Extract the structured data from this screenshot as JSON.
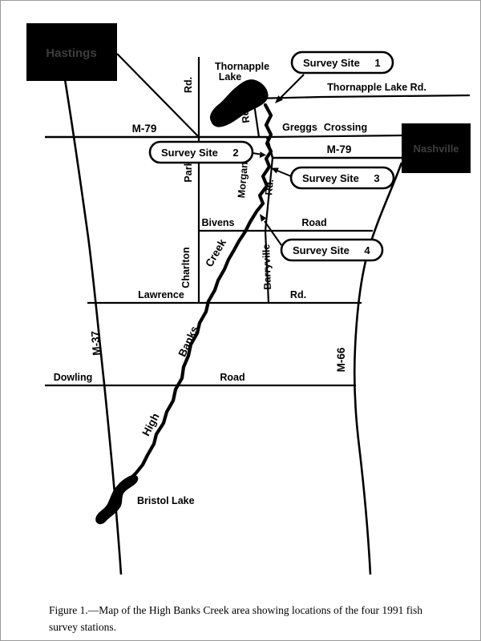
{
  "figure": {
    "caption": {
      "line1": "Figure 1.—Map of the High Banks Creek area showing locations of the four 1991 fish",
      "line2": "survey stations."
    }
  },
  "map": {
    "cities": {
      "hastings": "Hastings",
      "nashville": "Nashville"
    },
    "lakes": {
      "thornapple_line1": "Thornapple",
      "thornapple_line2": "Lake",
      "bristol": "Bristol Lake"
    },
    "survey_sites": [
      {
        "name": "Survey Site",
        "number": "1"
      },
      {
        "name": "Survey Site",
        "number": "2"
      },
      {
        "name": "Survey Site",
        "number": "3"
      },
      {
        "name": "Survey Site",
        "number": "4"
      }
    ],
    "roads": {
      "m79_west": "M-79",
      "m79_east": "M-79",
      "m37": "M-37",
      "m66": "M-66",
      "thornapple_lake_rd": "Thornapple Lake Rd.",
      "greggs": "Greggs",
      "crossing": "Crossing",
      "lake_rd_suffix": "Rd.",
      "park_rd_suffix": "Rd.",
      "park": "Park",
      "charlton": "Charlton",
      "morgan": "Morgan",
      "morgan_rd_suffix": "Rd.",
      "barryville": "Barryville",
      "bivens": "Bivens",
      "bivens_road": "Road",
      "lawrence": "Lawrence",
      "lawrence_rd_suffix": "Rd.",
      "dowling": "Dowling",
      "dowling_road": "Road"
    },
    "creek_labels": {
      "high": "High",
      "banks": "Banks",
      "creek": "Creek"
    },
    "colors": {
      "ink": "#000000",
      "paper": "#ffffff",
      "city_box_fill": "#000000",
      "city_box_text": "#3d3d3d",
      "page_border": "#9a9a9a"
    }
  }
}
